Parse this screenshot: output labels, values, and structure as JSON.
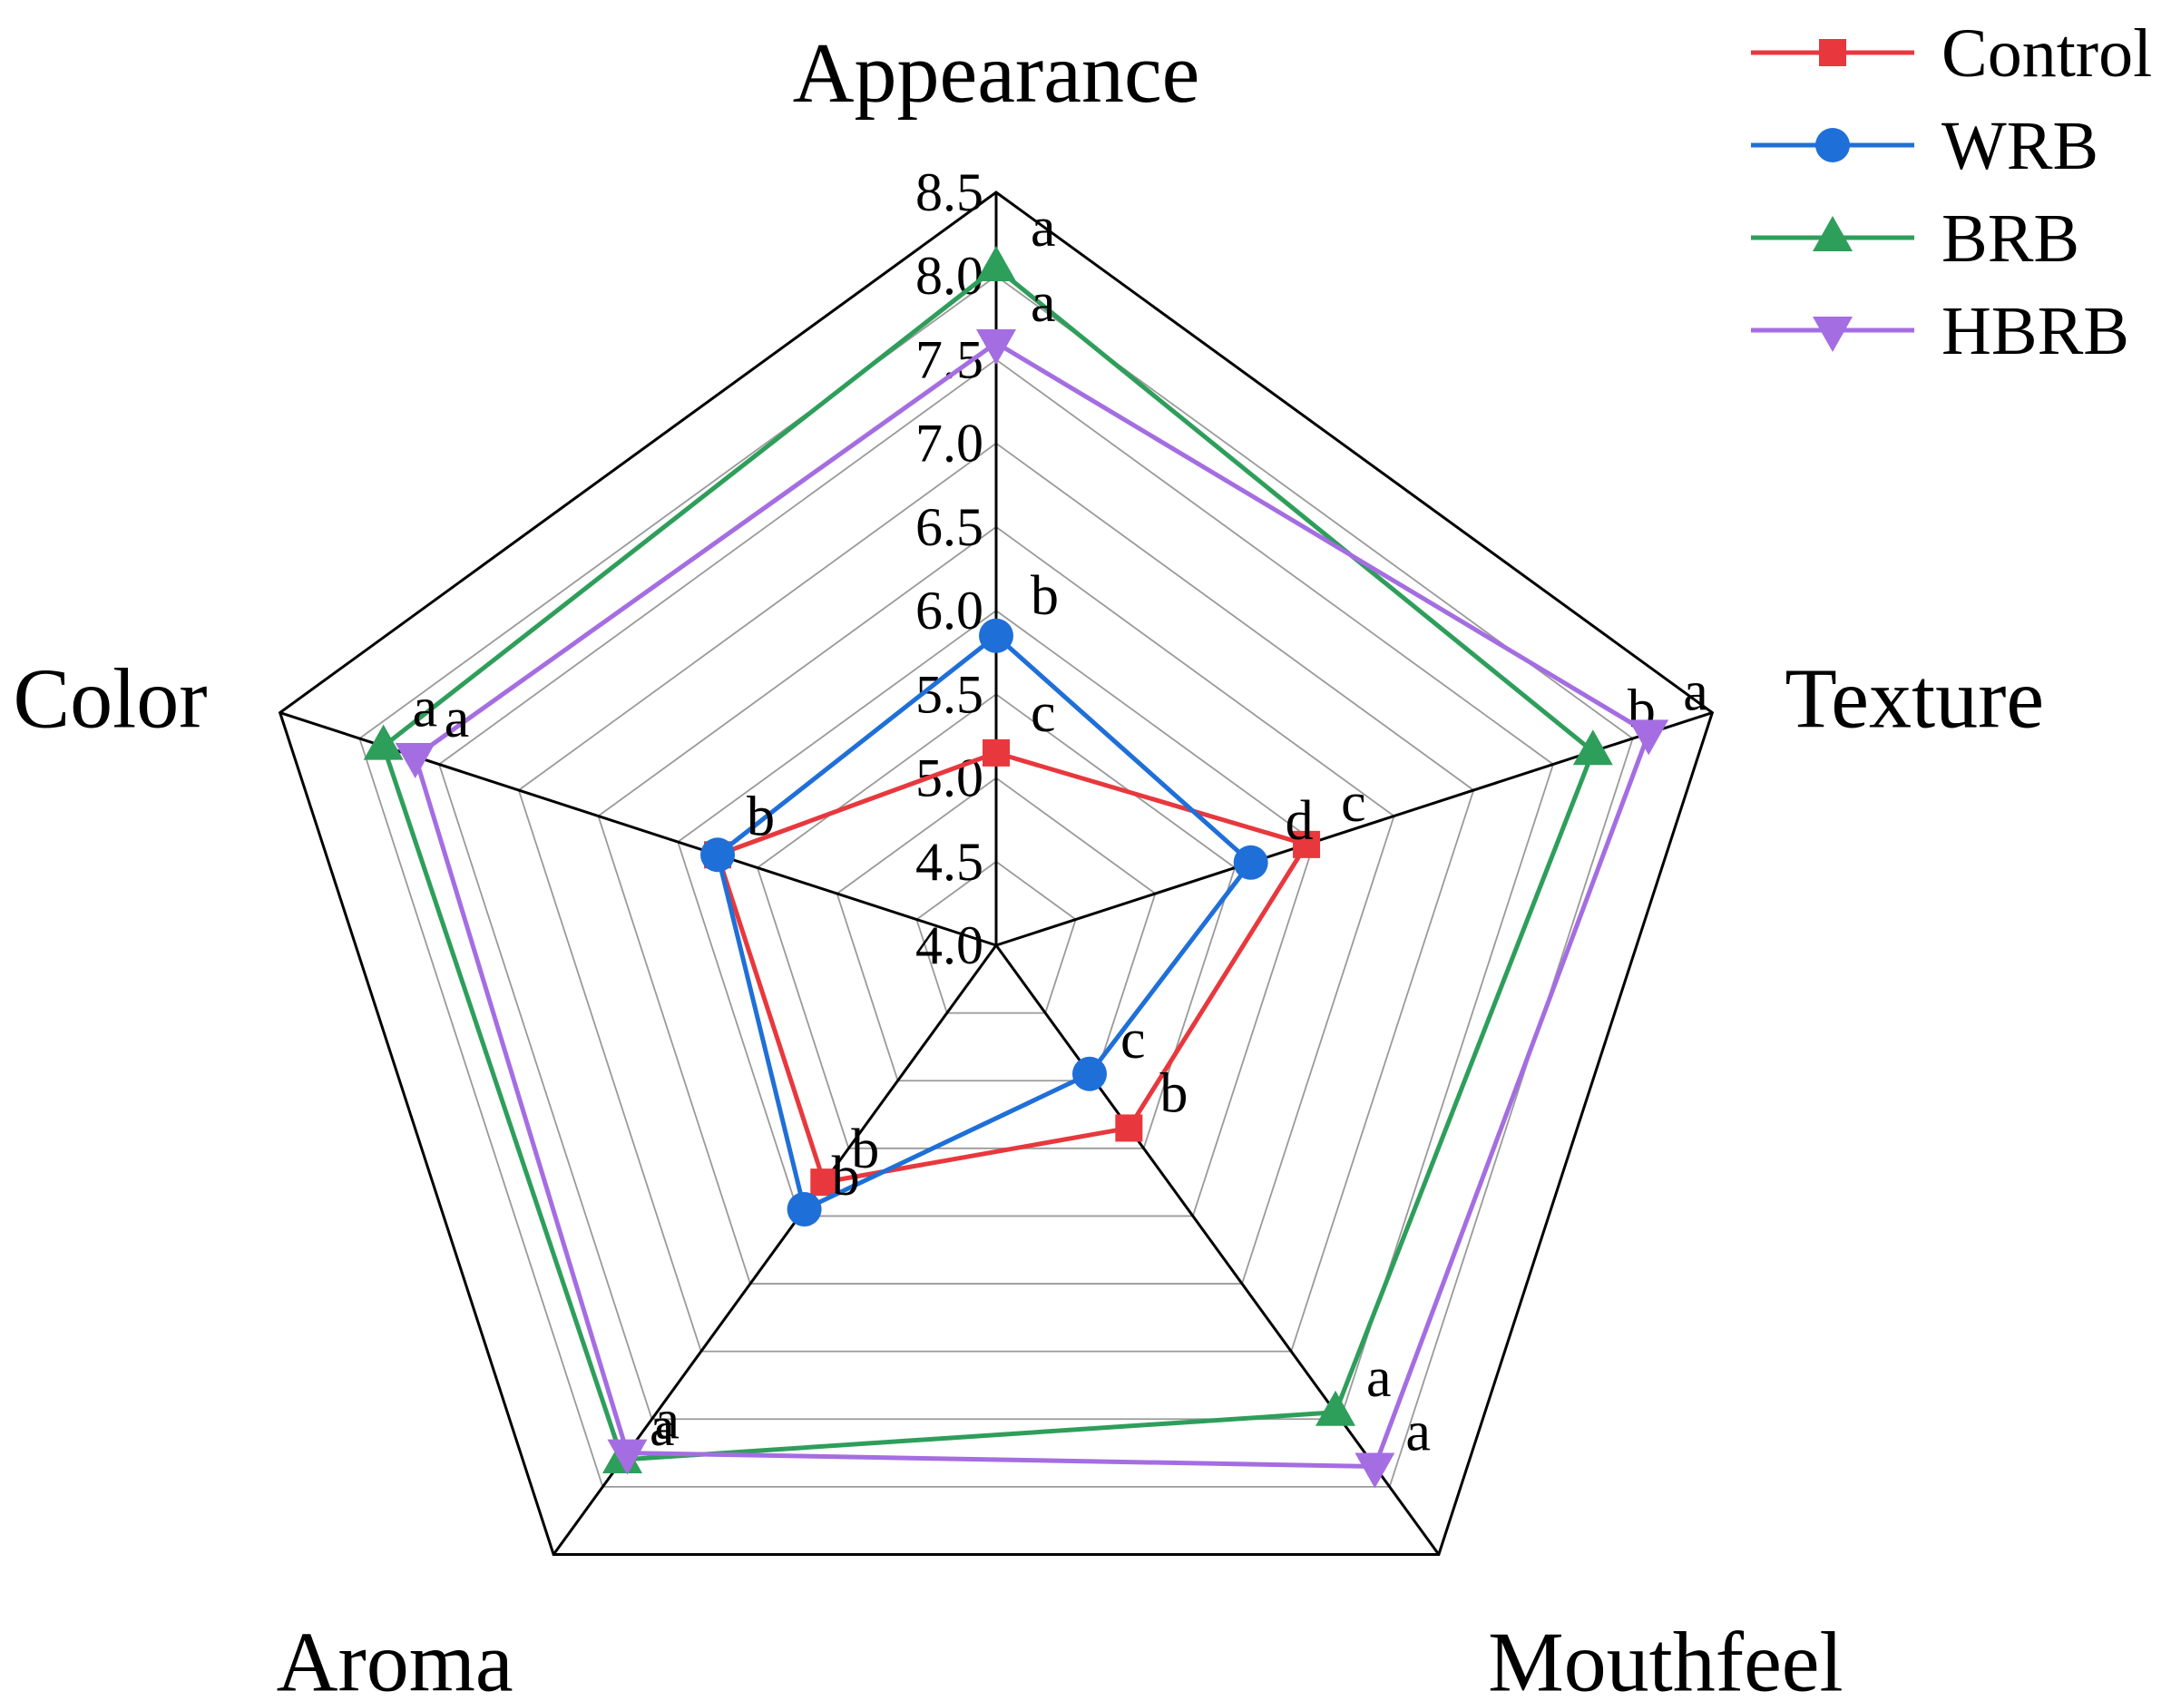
{
  "chart_data": {
    "type": "radar",
    "axes": [
      "Appearance",
      "Texture",
      "Mouthfeel",
      "Aroma",
      "Color"
    ],
    "range": [
      4.0,
      8.5
    ],
    "ticks": [
      "4.0",
      "4.5",
      "5.0",
      "5.5",
      "6.0",
      "6.5",
      "7.0",
      "7.5",
      "8.0",
      "8.5"
    ],
    "grid_levels": 9,
    "grid": true,
    "legend_position": "top-right",
    "series": [
      {
        "name": "Control",
        "color": "#e8383d",
        "marker": "square",
        "values": [
          5.15,
          5.95,
          5.35,
          5.75,
          5.75
        ],
        "labels": [
          "c",
          "c",
          "b",
          "b",
          "b"
        ]
      },
      {
        "name": "WRB",
        "color": "#1f6fd8",
        "marker": "circle",
        "values": [
          5.85,
          5.6,
          4.95,
          5.95,
          5.75
        ],
        "labels": [
          "b",
          "d",
          "c",
          "b",
          "b"
        ]
      },
      {
        "name": "BRB",
        "color": "#2e9e5b",
        "marker": "triangle-up",
        "values": [
          8.05,
          7.75,
          7.45,
          7.8,
          7.85
        ],
        "labels": [
          "a",
          "b",
          "a",
          "a",
          "a"
        ]
      },
      {
        "name": "HBRB",
        "color": "#a56de2",
        "marker": "triangle-down",
        "values": [
          7.6,
          8.1,
          7.85,
          7.75,
          7.65
        ],
        "labels": [
          "a",
          "a",
          "a",
          "a",
          "a"
        ]
      }
    ]
  }
}
